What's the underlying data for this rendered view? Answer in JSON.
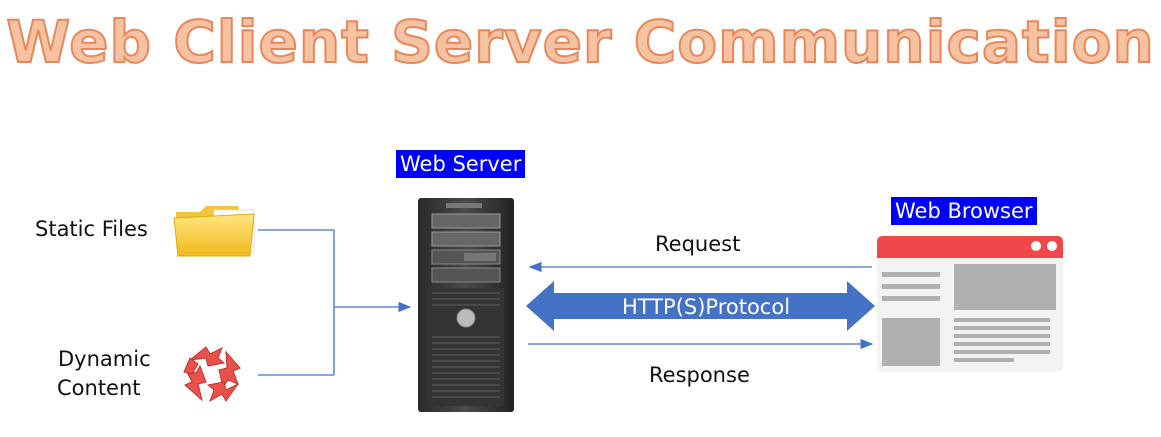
{
  "title": "Web Client Server Communication",
  "nodes": {
    "static_files": "Static Files",
    "dynamic_content_line1": "Dynamic",
    "dynamic_content_line2": "Content",
    "web_server": "Web Server",
    "web_browser": "Web Browser"
  },
  "edges": {
    "request": "Request",
    "protocol": "HTTP(S)Protocol",
    "response": "Response"
  },
  "colors": {
    "title_fill": "#f6c3a2",
    "title_stroke": "#e9875a",
    "tag_bg": "#0000ff",
    "arrow_blue": "#4472c4",
    "browser_red": "#f0474b"
  }
}
